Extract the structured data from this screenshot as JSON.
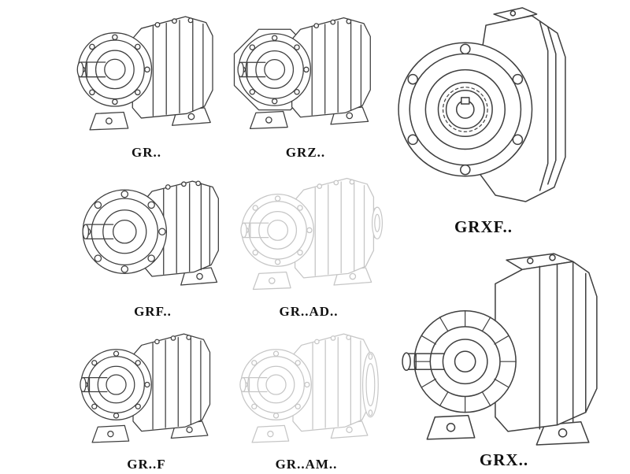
{
  "page": {
    "background": "#ffffff"
  },
  "colors": {
    "line": "#3f3f3f",
    "faded_line": "#c6c6c6",
    "label": "#101010"
  },
  "cells": [
    {
      "label": "GR.."
    },
    {
      "label": "GRZ.."
    },
    {
      "label": "GRXF.."
    },
    {
      "label": "GRF.."
    },
    {
      "label": "GR..AD.."
    },
    {
      "label": "GR..F"
    },
    {
      "label": "GR..AM.."
    },
    {
      "label": "GRX.."
    }
  ]
}
